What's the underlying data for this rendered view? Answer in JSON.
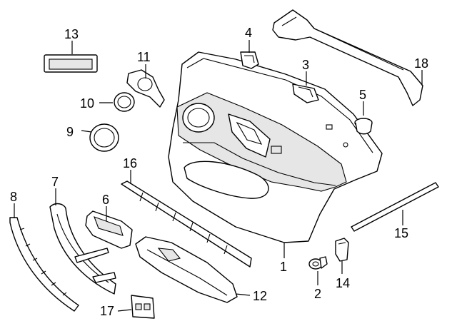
{
  "diagram": {
    "callouts": [
      {
        "id": "1",
        "label": "1"
      },
      {
        "id": "2",
        "label": "2"
      },
      {
        "id": "3",
        "label": "3"
      },
      {
        "id": "4",
        "label": "4"
      },
      {
        "id": "5",
        "label": "5"
      },
      {
        "id": "6",
        "label": "6"
      },
      {
        "id": "7",
        "label": "7"
      },
      {
        "id": "8",
        "label": "8"
      },
      {
        "id": "9",
        "label": "9"
      },
      {
        "id": "10",
        "label": "10"
      },
      {
        "id": "11",
        "label": "11"
      },
      {
        "id": "12",
        "label": "12"
      },
      {
        "id": "13",
        "label": "13"
      },
      {
        "id": "14",
        "label": "14"
      },
      {
        "id": "15",
        "label": "15"
      },
      {
        "id": "16",
        "label": "16"
      },
      {
        "id": "17",
        "label": "17"
      },
      {
        "id": "18",
        "label": "18"
      }
    ],
    "line_color": "#000000",
    "background": "#ffffff"
  }
}
